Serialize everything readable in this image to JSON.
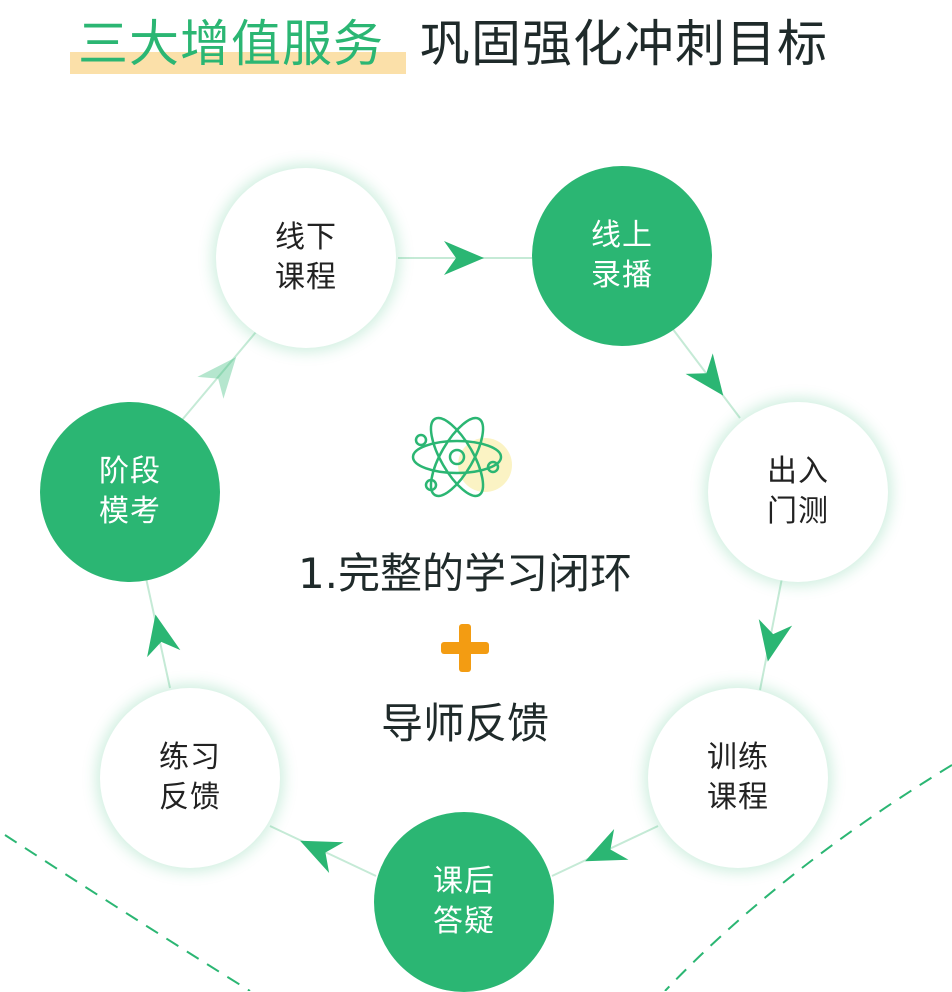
{
  "title": {
    "highlight": "三大增值服务",
    "rest": "巩固强化冲刺目标"
  },
  "center": {
    "title": "1.完整的学习闭环",
    "subtitle": "导师反馈",
    "icon": "atom-icon",
    "plus_icon": "plus-icon"
  },
  "nodes": [
    {
      "line1": "线下",
      "line2": "课程",
      "style": "white"
    },
    {
      "line1": "线上",
      "line2": "录播",
      "style": "green"
    },
    {
      "line1": "出入",
      "line2": "门测",
      "style": "white"
    },
    {
      "line1": "训练",
      "line2": "课程",
      "style": "white"
    },
    {
      "line1": "课后",
      "line2": "答疑",
      "style": "green"
    },
    {
      "line1": "练习",
      "line2": "反馈",
      "style": "white"
    },
    {
      "line1": "阶段",
      "line2": "模考",
      "style": "green"
    }
  ],
  "colors": {
    "accent": "#2bb673",
    "highlight": "#fbe0a9",
    "plus": "#f39c12",
    "text_dark": "#1f2a2a",
    "connector": "#c5ead6"
  }
}
